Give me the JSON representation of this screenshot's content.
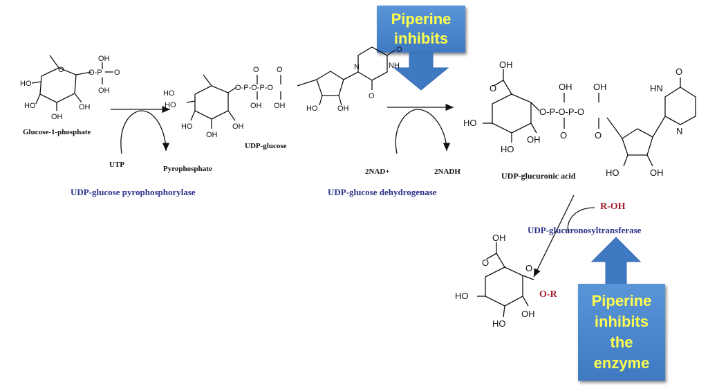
{
  "callouts": {
    "top": {
      "line1": "Piperine",
      "line2": "inhibits"
    },
    "bottom": {
      "line1": "Piperine",
      "line2": "inhibits",
      "line3": "the",
      "line4": "enzyme"
    }
  },
  "compounds": {
    "glucose_1_phosphate": "Glucose-1-phosphate",
    "udp_glucose": "UDP-glucose",
    "udp_glucuronic_acid": "UDP-glucuronic acid"
  },
  "cofactors": {
    "utp": "UTP",
    "pyrophosphate": "Pyrophosphate",
    "nad": "2NAD+",
    "nadh": "2NADH",
    "roh": "R-OH",
    "or": "O-R"
  },
  "enzymes": {
    "pyrophosphorylase": "UDP-glucose pyrophosphorylase",
    "dehydrogenase": "UDP-glucose dehydrogenase",
    "transferase": "UDP-glucuronosyltransferase"
  },
  "atoms": {
    "ho": "HO",
    "oh": "OH",
    "o": "O",
    "p": "P",
    "nh": "NH",
    "hn": "HN",
    "n": "N",
    "oh_o_p": "O-P",
    "o_p_o_p_o": "O-P-O-P-O",
    "ome": "O"
  },
  "colors": {
    "callout_fill": "#4a86cf",
    "callout_text": "#ffff4d",
    "enzyme_text": "#2b2f8a",
    "substituent_text": "#a01d2a"
  }
}
